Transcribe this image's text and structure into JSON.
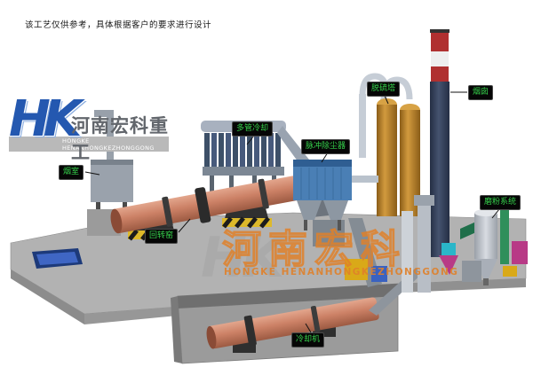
{
  "page": {
    "disclaimer": "该工艺仅供参考，具体根据客户的要求进行设计"
  },
  "logo": {
    "monogram": "HK",
    "company_cn": "河南宏科重工",
    "company_en": "HONGKE HENANHONGKEZHONGGONG"
  },
  "watermark": {
    "monogram": "HK",
    "cn": "河南宏科",
    "en": "HONGKE HENANHONGKEZHONGGONG"
  },
  "labels": {
    "smoke_chamber": "烟室",
    "rotary_kiln": "回转窑",
    "multi_tube_cooler": "多管冷却",
    "pulse_dust_collector": "脉冲除尘器",
    "desulfurization_tower": "脱硫塔",
    "chimney": "烟囱",
    "grinding_system": "磨粉系统",
    "cooling_machine": "冷却机"
  },
  "colors": {
    "label_text": "#35d04b",
    "label_bg": "#060606",
    "logo_blue": "#2458b0",
    "watermark_orange": "#e0812a",
    "kiln_body": "#c77b5e",
    "dust_collector_blue": "#4a7fb5",
    "tower_orange": "#c08a30",
    "chimney_red": "#b03030",
    "platform_gray": "#b2b2b2"
  }
}
